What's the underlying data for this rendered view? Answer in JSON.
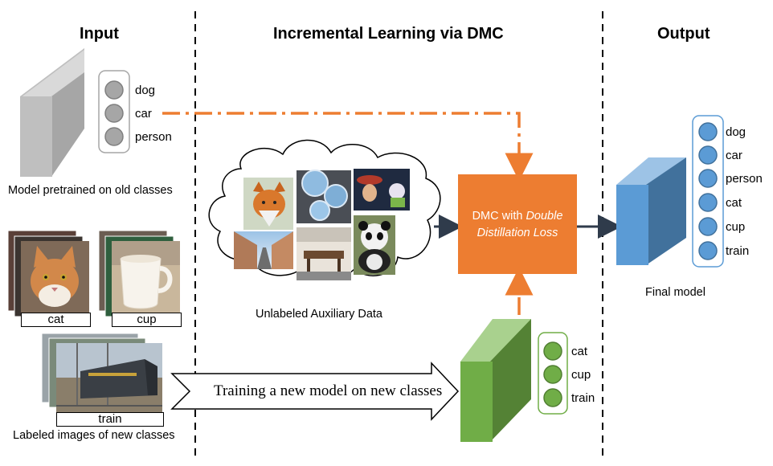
{
  "sections": {
    "input": "Input",
    "middle": "Incremental Learning via DMC",
    "output": "Output"
  },
  "old_model": {
    "caption": "Model pretrained on old classes",
    "classes": [
      "dog",
      "car",
      "person"
    ],
    "color": "#a6a6a6"
  },
  "new_data": {
    "labels": [
      "cat",
      "cup",
      "train"
    ],
    "caption": "Labeled images of new classes"
  },
  "auxiliary": {
    "caption": "Unlabeled Auxiliary Data"
  },
  "dmc": {
    "line1": "DMC with ",
    "line1_em": "Double",
    "line2_em": "Distillation Loss",
    "color": "#ed7d31"
  },
  "new_model": {
    "classes": [
      "cat",
      "cup",
      "train"
    ],
    "color": "#70ad47"
  },
  "training_arrow": {
    "label": "Training a new model on new classes"
  },
  "final_model": {
    "caption": "Final model",
    "classes": [
      "dog",
      "car",
      "person",
      "cat",
      "cup",
      "train"
    ],
    "color": "#5b9bd5"
  }
}
